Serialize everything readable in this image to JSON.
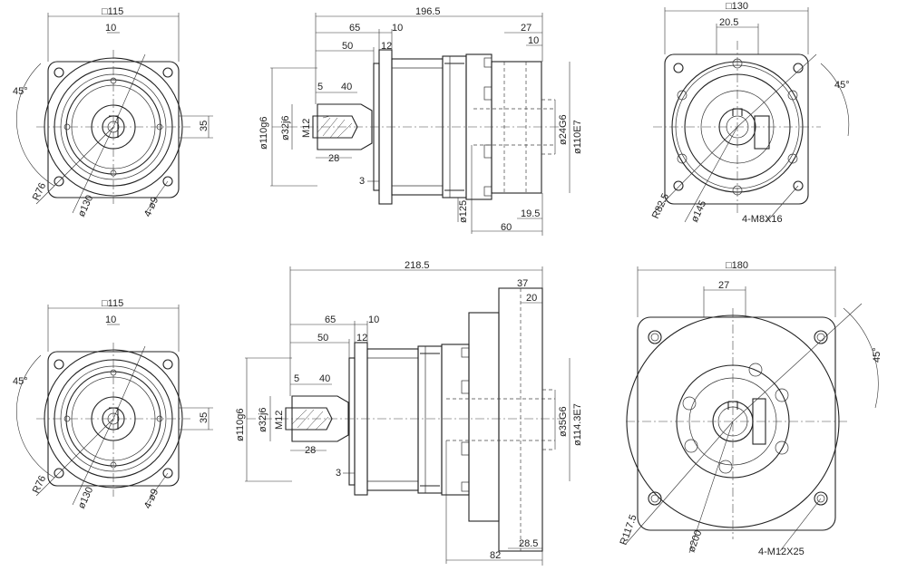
{
  "views": {
    "tl_front": {
      "square": "□115",
      "key": "10",
      "angle": "45°",
      "height": "35",
      "radius": "R76",
      "pcd": "ø130",
      "holes": "4-ø9"
    },
    "tc_side": {
      "overall": "196.5",
      "d65": "65",
      "d10a": "10",
      "d50": "50",
      "d12": "12",
      "d27": "27",
      "d10b": "10",
      "d5": "5",
      "d40": "40",
      "d28": "28",
      "d3": "3",
      "shaft_dia": "ø110g6",
      "shaft2": "ø32j6",
      "thread": "M12",
      "bore": "ø24G6",
      "pilot": "ø110E7",
      "d125": "ø125",
      "d19_5": "19.5",
      "d60": "60"
    },
    "tr_rear": {
      "square": "□130",
      "d20_5": "20.5",
      "angle": "45°",
      "radius": "R82.5",
      "pcd": "ø145",
      "holes": "4-M8X16"
    },
    "bl_front": {
      "square": "□115",
      "key": "10",
      "angle": "45°",
      "height": "35",
      "radius": "R76",
      "pcd": "ø130",
      "holes": "4-ø9"
    },
    "bc_side": {
      "overall": "218.5",
      "d65": "65",
      "d10a": "10",
      "d50": "50",
      "d12": "12",
      "d37": "37",
      "d20": "20",
      "d5": "5",
      "d40": "40",
      "d28": "28",
      "d3": "3",
      "shaft_dia": "ø110g6",
      "shaft2": "ø32j6",
      "thread": "M12",
      "bore": "ø35G6",
      "pilot": "ø114.3E7",
      "d28_5": "28.5",
      "d82": "82"
    },
    "br_rear": {
      "square": "□180",
      "d27": "27",
      "angle": "45°",
      "radius": "R117.5",
      "pcd": "ø200",
      "holes": "4-M12X25"
    }
  }
}
